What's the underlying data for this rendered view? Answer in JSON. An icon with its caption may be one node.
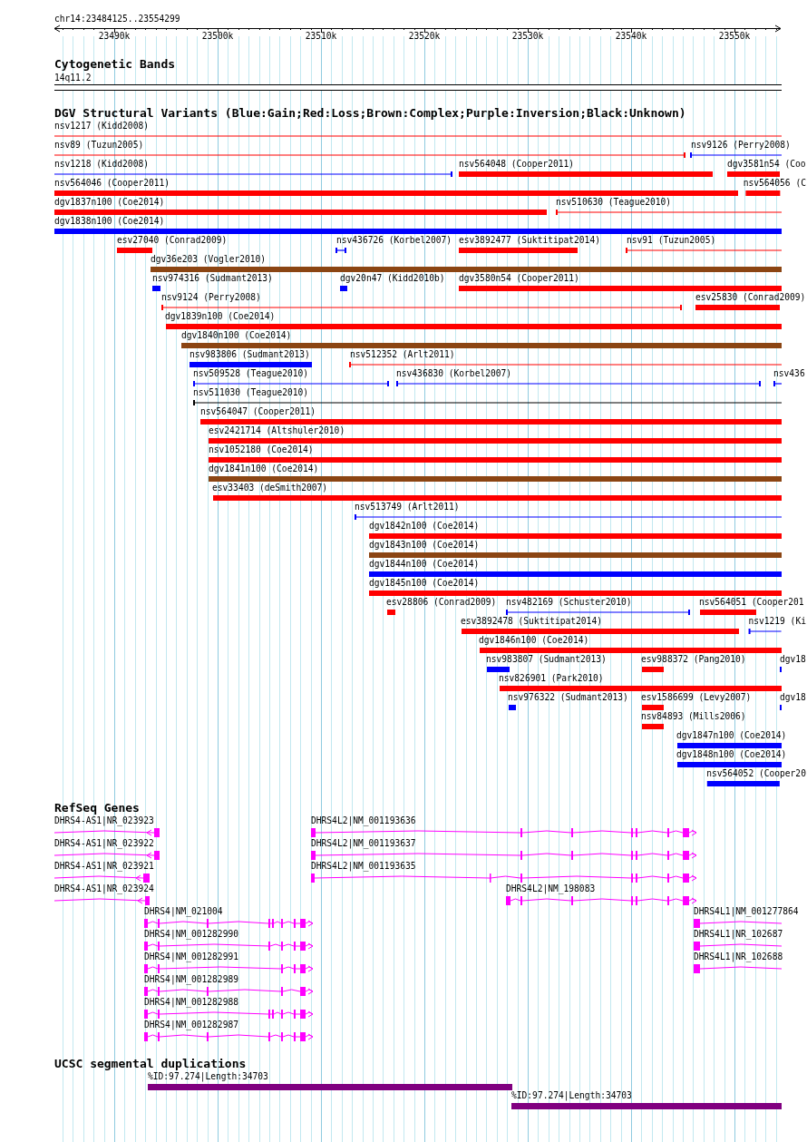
{
  "diagram": {
    "nodes": [
      {
        "text": [
          "14q11.2"
        ]
      },
      {
        "text": [
          "nsv1217 (Kidd2008)"
        ]
      },
      {
        "text": [
          "nsv89 (Tuzun2005)"
        ]
      },
      {
        "text": [
          "nsv9126 (Perry2008)"
        ]
      },
      {
        "text": [
          "nsv1218 (Kidd2008)"
        ]
      },
      {
        "text": [
          "nsv564048 (Cooper2011)"
        ]
      },
      {
        "text": [
          "dgv3581n54 (Coo"
        ]
      },
      {
        "text": [
          "nsv564046 (Cooper2011)"
        ]
      },
      {
        "text": [
          "nsv564056 (C"
        ]
      },
      {
        "text": [
          "dgv1837n100 (Coe2014)"
        ]
      },
      {
        "text": [
          "nsv510630 (Teague2010)"
        ]
      },
      {
        "text": [
          "dgv1838n100 (Coe2014)"
        ]
      },
      {
        "text": [
          "esv27040 (Conrad2009)"
        ]
      },
      {
        "text": [
          "nsv436726 (Korbel2007)"
        ]
      },
      {
        "text": [
          "esv3892477 (Suktitipat2014)"
        ]
      },
      {
        "text": [
          "nsv91 (Tuzun2005)"
        ]
      },
      {
        "text": [
          "dgv36e203 (Vogler2010)"
        ]
      },
      {
        "text": [
          "nsv974316 (Sudmant2013)"
        ]
      },
      {
        "text": [
          "dgv20n47 (Kidd2010b)"
        ]
      },
      {
        "text": [
          "dgv3580n54 (Cooper2011)"
        ]
      },
      {
        "text": [
          "nsv9124 (Perry2008)"
        ]
      },
      {
        "text": [
          "esv25830 (Conrad2009)"
        ]
      },
      {
        "text": [
          "dgv1839n100 (Coe2014)"
        ]
      },
      {
        "text": [
          "dgv1840n100 (Coe2014)"
        ]
      },
      {
        "text": [
          "nsv983806 (Sudmant2013)"
        ]
      },
      {
        "text": [
          "nsv512352 (Arlt2011)"
        ]
      },
      {
        "text": [
          "nsv509528 (Teague2010)"
        ]
      },
      {
        "text": [
          "nsv436830 (Korbel2007)"
        ]
      },
      {
        "text": [
          "nsv436"
        ]
      },
      {
        "text": [
          "nsv511030 (Teague2010)"
        ]
      },
      {
        "text": [
          "nsv564047 (Cooper2011)"
        ]
      },
      {
        "text": [
          "esv2421714 (Altshuler2010)"
        ]
      },
      {
        "text": [
          "nsv1052180 (Coe2014)"
        ]
      },
      {
        "text": [
          "dgv1841n100 (Coe2014)"
        ]
      },
      {
        "text": [
          "esv33403 (deSmith2007)"
        ]
      },
      {
        "text": [
          "nsv513749 (Arlt2011)"
        ]
      },
      {
        "text": [
          "dgv1842n100 (Coe2014)"
        ]
      },
      {
        "text": [
          "dgv1843n100 (Coe2014)"
        ]
      },
      {
        "text": [
          "dgv1844n100 (Coe2014)"
        ]
      },
      {
        "text": [
          "dgv1845n100 (Coe2014)"
        ]
      },
      {
        "text": [
          "esv28806 (Conrad2009)"
        ]
      },
      {
        "text": [
          "nsv482169 (Schuster2010)"
        ]
      },
      {
        "text": [
          "nsv564051 (Cooper201"
        ]
      },
      {
        "text": [
          "esv3892478 (Suktitipat2014)"
        ]
      },
      {
        "text": [
          "nsv1219 (Ki"
        ]
      },
      {
        "text": [
          "dgv1846n100 (Coe2014)"
        ]
      },
      {
        "text": [
          "nsv983807 (Sudmant2013)"
        ]
      },
      {
        "text": [
          "esv988372 (Pang2010)"
        ]
      },
      {
        "text": [
          "dgv18"
        ]
      },
      {
        "text": [
          "nsv826901 (Park2010)"
        ]
      },
      {
        "text": [
          "nsv976322 (Sudmant2013)"
        ]
      },
      {
        "text": [
          "esv1586699 (Levy2007)"
        ]
      },
      {
        "text": [
          "dgv18"
        ]
      },
      {
        "text": [
          "nsv84893 (Mills2006)"
        ]
      },
      {
        "text": [
          "dgv1847n100 (Coe2014)"
        ]
      },
      {
        "text": [
          "dgv1848n100 (Coe2014)"
        ]
      },
      {
        "text": [
          "nsv564052 (Cooper20"
        ]
      },
      {
        "text": [
          "DHRS4-AS1|NR_023923"
        ]
      },
      {
        "text": [
          "DHRS4L2|NM_001193636"
        ]
      },
      {
        "text": [
          "DHRS4-AS1|NR_023922"
        ]
      },
      {
        "text": [
          "DHRS4L2|NM_001193637"
        ]
      },
      {
        "text": [
          "DHRS4-AS1|NR_023921"
        ]
      },
      {
        "text": [
          "DHRS4L2|NM_001193635"
        ]
      },
      {
        "text": [
          "DHRS4-AS1|NR_023924"
        ]
      },
      {
        "text": [
          "DHRS4L2|NM_198083"
        ]
      },
      {
        "text": [
          "DHRS4|NM_021004"
        ]
      },
      {
        "text": [
          "DHRS4L1|NM_001277864"
        ]
      },
      {
        "text": [
          "DHRS4|NM_001282990"
        ]
      },
      {
        "text": [
          "DHRS4L1|NR_102687"
        ]
      },
      {
        "text": [
          "DHRS4|NM_001282991"
        ]
      },
      {
        "text": [
          "DHRS4L1|NR_102688"
        ]
      },
      {
        "text": [
          "DHRS4|NM_001282989"
        ]
      },
      {
        "text": [
          "DHRS4|NM_001282988"
        ]
      },
      {
        "text": [
          "DHRS4|NM_001282987"
        ]
      },
      {
        "text": [
          "%ID:97.274|Length:34703"
        ]
      },
      {
        "text": [
          "%ID:97.274|Length:34703"
        ]
      }
    ],
    "labels": [
      "chr14:23484125..23554299",
      "23490k",
      "23500k",
      "23510k",
      "23520k",
      "23530k",
      "23540k",
      "23550k",
      "Cytogenetic Bands",
      "DGV Structural Variants (Blue:Gain;Red:Loss;Brown:Complex;Purple:Inversion;Black:Unknown)",
      "RefSeq Genes",
      "UCSC segmental duplications"
    ]
  }
}
